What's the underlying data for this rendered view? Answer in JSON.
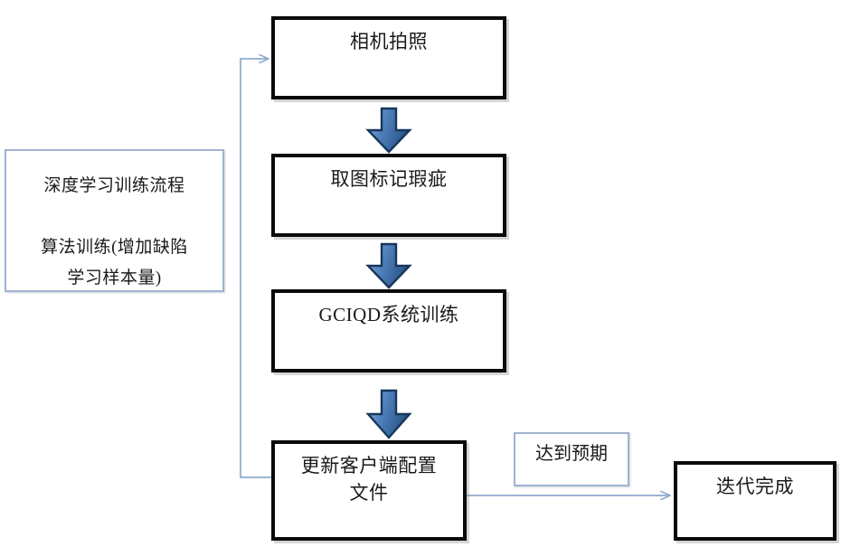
{
  "diagram": {
    "title_text": "深度学习训练流程",
    "note_panel": {
      "line1": "深度学习训练流程",
      "line2": "算法训练(增加缺陷\n学习样本量)",
      "full_text": "深度学习训练流程\n\n算法训练(增加缺陷\n学习样本量)"
    },
    "nodes": [
      {
        "id": "camera-capture",
        "label": "相机拍照"
      },
      {
        "id": "mark-defects",
        "label": "取图标记瑕疵"
      },
      {
        "id": "gciqd-training",
        "label": "GCIQD系统训练"
      },
      {
        "id": "update-config",
        "label": "更新客户端配置\n文件"
      },
      {
        "id": "meets-expectation",
        "label": "达到预期"
      },
      {
        "id": "iteration-done",
        "label": "迭代完成"
      }
    ],
    "edges": [
      {
        "id": "edge-capture-to-mark",
        "type": "block-arrow",
        "direction": "down"
      },
      {
        "id": "edge-mark-to-training",
        "type": "block-arrow",
        "direction": "down"
      },
      {
        "id": "edge-training-to-config",
        "type": "block-arrow",
        "direction": "down"
      },
      {
        "id": "edge-config-to-done",
        "type": "line-arrow",
        "direction": "right",
        "label": "达到预期"
      },
      {
        "id": "edge-config-feedback",
        "type": "line-arrow",
        "direction": "up-left-loop"
      }
    ],
    "colors": {
      "box_border": "#0a0a0a",
      "thin_border": "#9fb3d0",
      "arrow_fill_light": "#7ba7d7",
      "arrow_fill_dark": "#2f5party",
      "arrow_stroke": "#1f3864",
      "connector_line": "#8faacd",
      "text": "#1a1a1a",
      "background": "#ffffff"
    }
  }
}
